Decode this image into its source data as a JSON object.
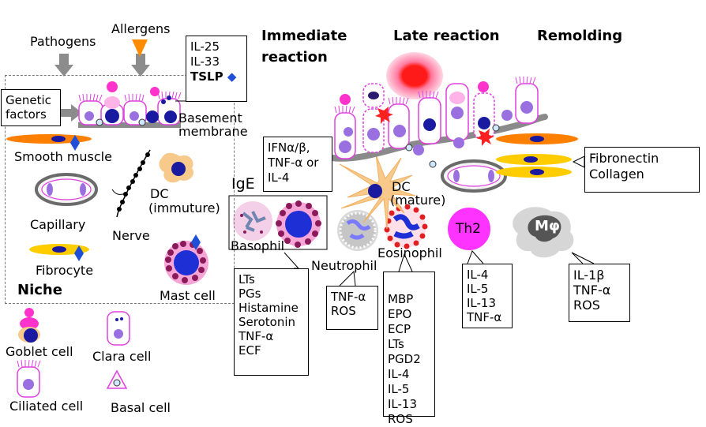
{
  "top_labels": {
    "pathogens": "Pathogens",
    "allergens": "Allergens"
  },
  "headers": {
    "immediate_line1": "Immediate",
    "immediate_line2": "reaction",
    "late": "Late reaction",
    "remolding": "Remolding"
  },
  "cytokine_box": {
    "line1": "IL-25",
    "line2": "IL-33",
    "line3": "TSLP"
  },
  "genetic_box": {
    "line1": "Genetic",
    "line2": "factors"
  },
  "labels": {
    "basement_line1": "Basement",
    "basement_line2": "membrane",
    "smooth_muscle": "Smooth muscle",
    "capillary": "Capillary",
    "nerve": "Nerve",
    "dc_immature_line1": "DC",
    "dc_immature_line2": "(immuture)",
    "fibrocyte": "Fibrocyte",
    "niche": "Niche",
    "mast_cell": "Mast cell",
    "ige": "IgE",
    "basophil": "Basophil",
    "neutrophil": "Neutrophil",
    "eosinophil": "Eosinophil",
    "dc_mature_line1": "DC",
    "dc_mature_line2": "(mature)",
    "th2": "Th2",
    "macrophage": "Mφ",
    "goblet": "Goblet cell",
    "clara": "Clara cell",
    "ciliated": "Ciliated cell",
    "basal": "Basal cell"
  },
  "ifn_box": {
    "line1": "IFNα/β,",
    "line2": "TNF-α or",
    "line3": "IL-4"
  },
  "fibronectin_box": {
    "line1": "Fibronectin",
    "line2": "Collagen"
  },
  "basophil_box": [
    "LTs",
    "PGs",
    "Histamine",
    "Serotonin",
    "TNF-α",
    "ECF"
  ],
  "neutrophil_box": [
    "TNF-α",
    "ROS"
  ],
  "eosinophil_box": [
    "MBP",
    "EPO",
    "ECP",
    "LTs",
    "PGD2",
    "IL-4",
    "IL-5",
    "IL-13",
    "ROS"
  ],
  "th2_box": [
    "IL-4",
    "IL-5",
    "IL-13",
    "TNF-α"
  ],
  "macrophage_box": [
    "IL-1β",
    "TNF-α",
    "ROS"
  ],
  "colors": {
    "cilia": "#e040e0",
    "nucleus_dark": "#1a1aa0",
    "nucleus_light": "#9a70e0",
    "goblet_pink": "#ff33cc",
    "smooth_muscle": "#ff7f00",
    "fibrocyte": "#ffcc00",
    "dc": "#f7c98a",
    "th2": "#ff33ff",
    "membrane": "#8a8a8a",
    "arrow_orange": "#ff8c00"
  }
}
